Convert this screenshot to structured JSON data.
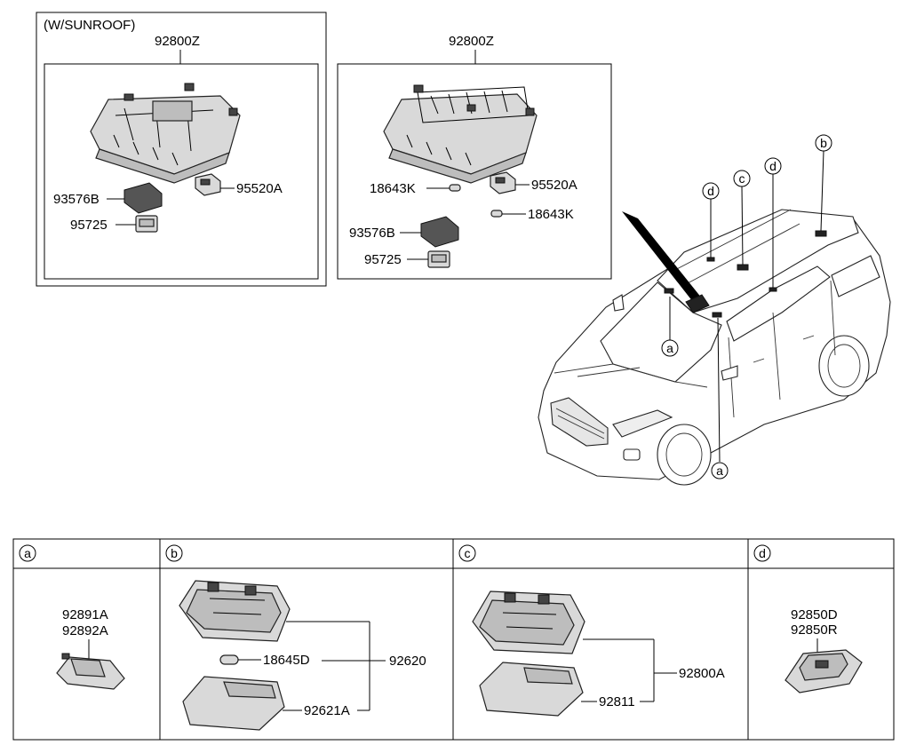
{
  "left_group": {
    "title": "(W/SUNROOF)",
    "assembly": "92800Z",
    "parts": {
      "p1": "93576B",
      "p2": "95520A",
      "p3": "95725"
    }
  },
  "middle_group": {
    "assembly": "92800Z",
    "parts": {
      "p1": "18643K",
      "p2": "95520A",
      "p3": "18643K",
      "p4": "93576B",
      "p5": "95725"
    }
  },
  "car_callouts": {
    "b": "b",
    "c": "c",
    "d1": "d",
    "d2": "d",
    "a1": "a",
    "a2": "a"
  },
  "table": {
    "headers": {
      "a": "a",
      "b": "b",
      "c": "c",
      "d": "d"
    },
    "a": {
      "line1": "92891A",
      "line2": "92892A"
    },
    "b": {
      "bulb": "18645D",
      "assembly": "92620",
      "lens": "92621A"
    },
    "c": {
      "assembly": "92800A",
      "lens": "92811"
    },
    "d": {
      "line1": "92850D",
      "line2": "92850R"
    }
  }
}
